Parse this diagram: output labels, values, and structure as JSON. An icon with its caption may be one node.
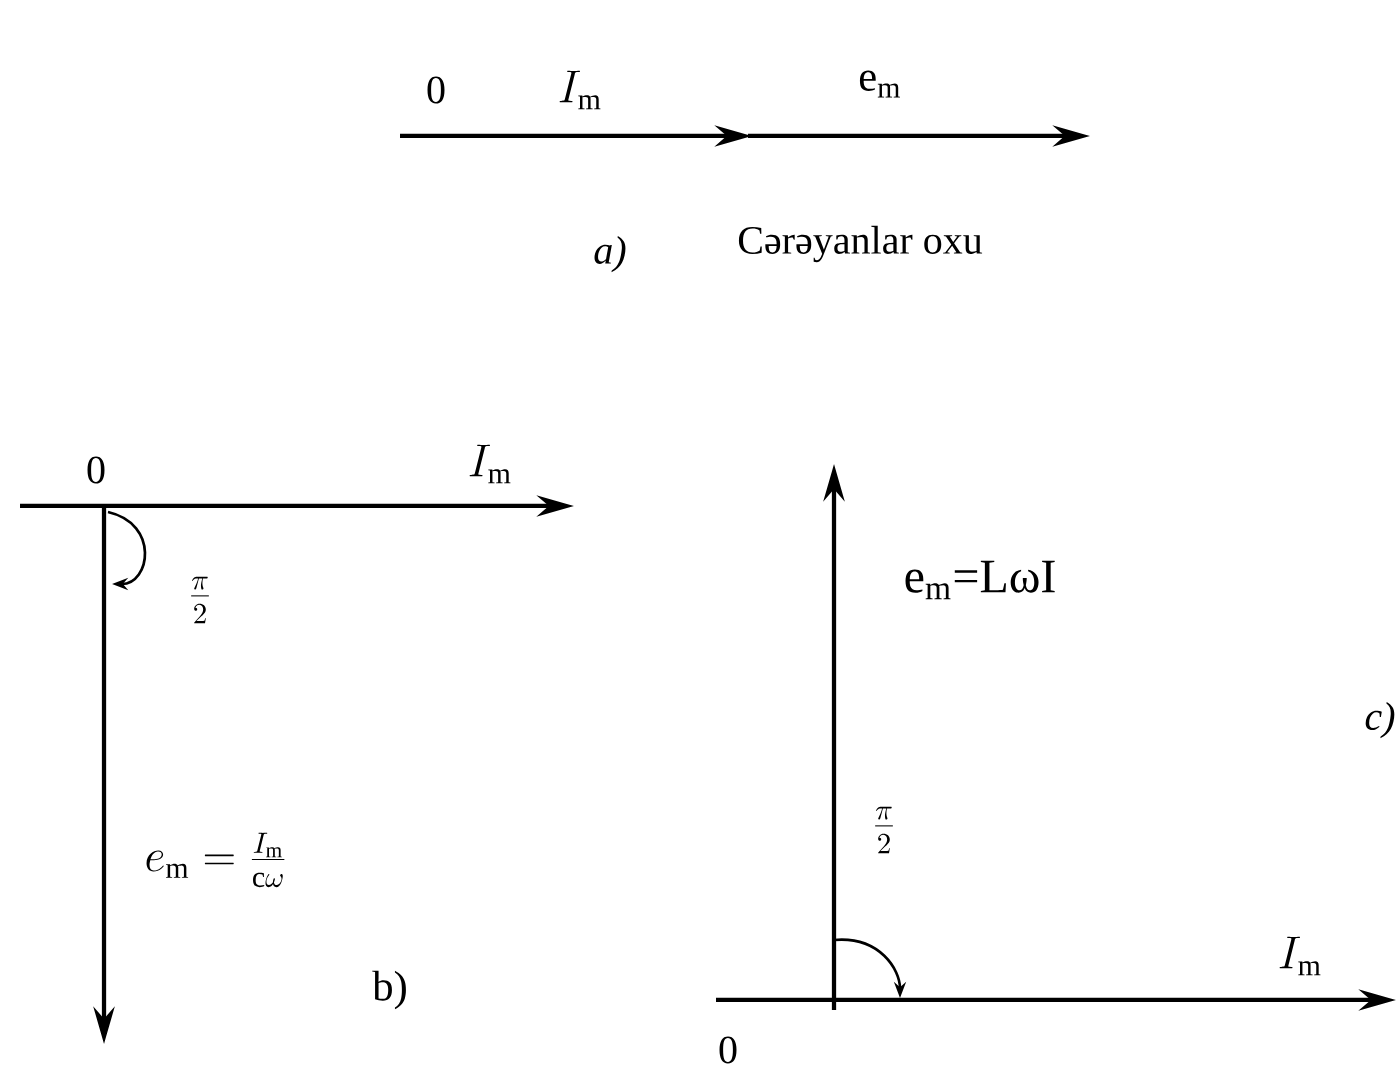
{
  "diagram": {
    "labels": [
      "0",
      "I_{\\mathrm{m}}",
      "e$_{m}$",
      "*a)*",
      "Cərəyanlar oxu",
      "0",
      "I_{\\mathrm{m}}",
      "\\frac{\\pi}{2}",
      "e_{\\mathrm{m}}=\\frac{I_{\\mathrm{m}}}{\\mathrm{c}\\omega}",
      "b)",
      "e$_{m}$=LωI",
      "\\frac{\\pi}{2}",
      "*c)*",
      "I_{\\mathrm{m}}",
      "0"
    ]
  }
}
